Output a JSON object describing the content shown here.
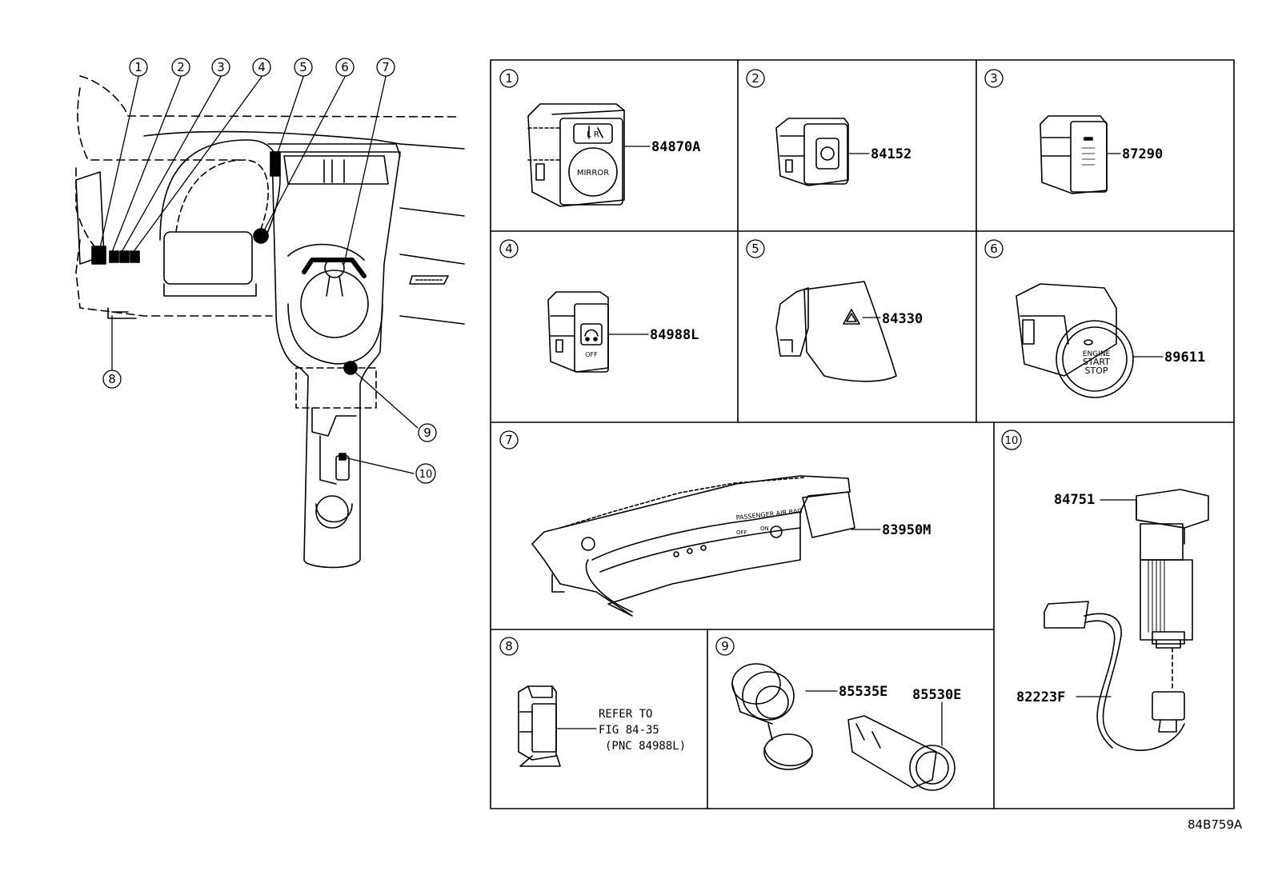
{
  "figure_code": "84B759A",
  "callouts": [
    "1",
    "2",
    "3",
    "4",
    "5",
    "6",
    "7",
    "8",
    "9",
    "10"
  ],
  "panels": [
    {
      "num": "1",
      "parts": [
        "84870A"
      ],
      "switch_text": "MIRROR",
      "switch_marks": "L R"
    },
    {
      "num": "2",
      "parts": [
        "84152"
      ]
    },
    {
      "num": "3",
      "parts": [
        "87290"
      ]
    },
    {
      "num": "4",
      "parts": [
        "84988L"
      ],
      "switch_text": "OFF"
    },
    {
      "num": "5",
      "parts": [
        "84330"
      ]
    },
    {
      "num": "6",
      "parts": [
        "89611"
      ],
      "switch_text": [
        "ENGINE",
        "START",
        "STOP"
      ]
    },
    {
      "num": "7",
      "parts": [
        "83950M"
      ],
      "switch_text": "PASSENGER AIR BAG",
      "switch_marks": [
        "OFF",
        "ON"
      ]
    },
    {
      "num": "8",
      "parts": [],
      "note": [
        "REFER TO",
        "FIG 84-35",
        "(PNC 84988L)"
      ]
    },
    {
      "num": "9",
      "parts": [
        "85535E",
        "85530E"
      ]
    },
    {
      "num": "10",
      "parts": [
        "84751",
        "82223F"
      ]
    }
  ]
}
